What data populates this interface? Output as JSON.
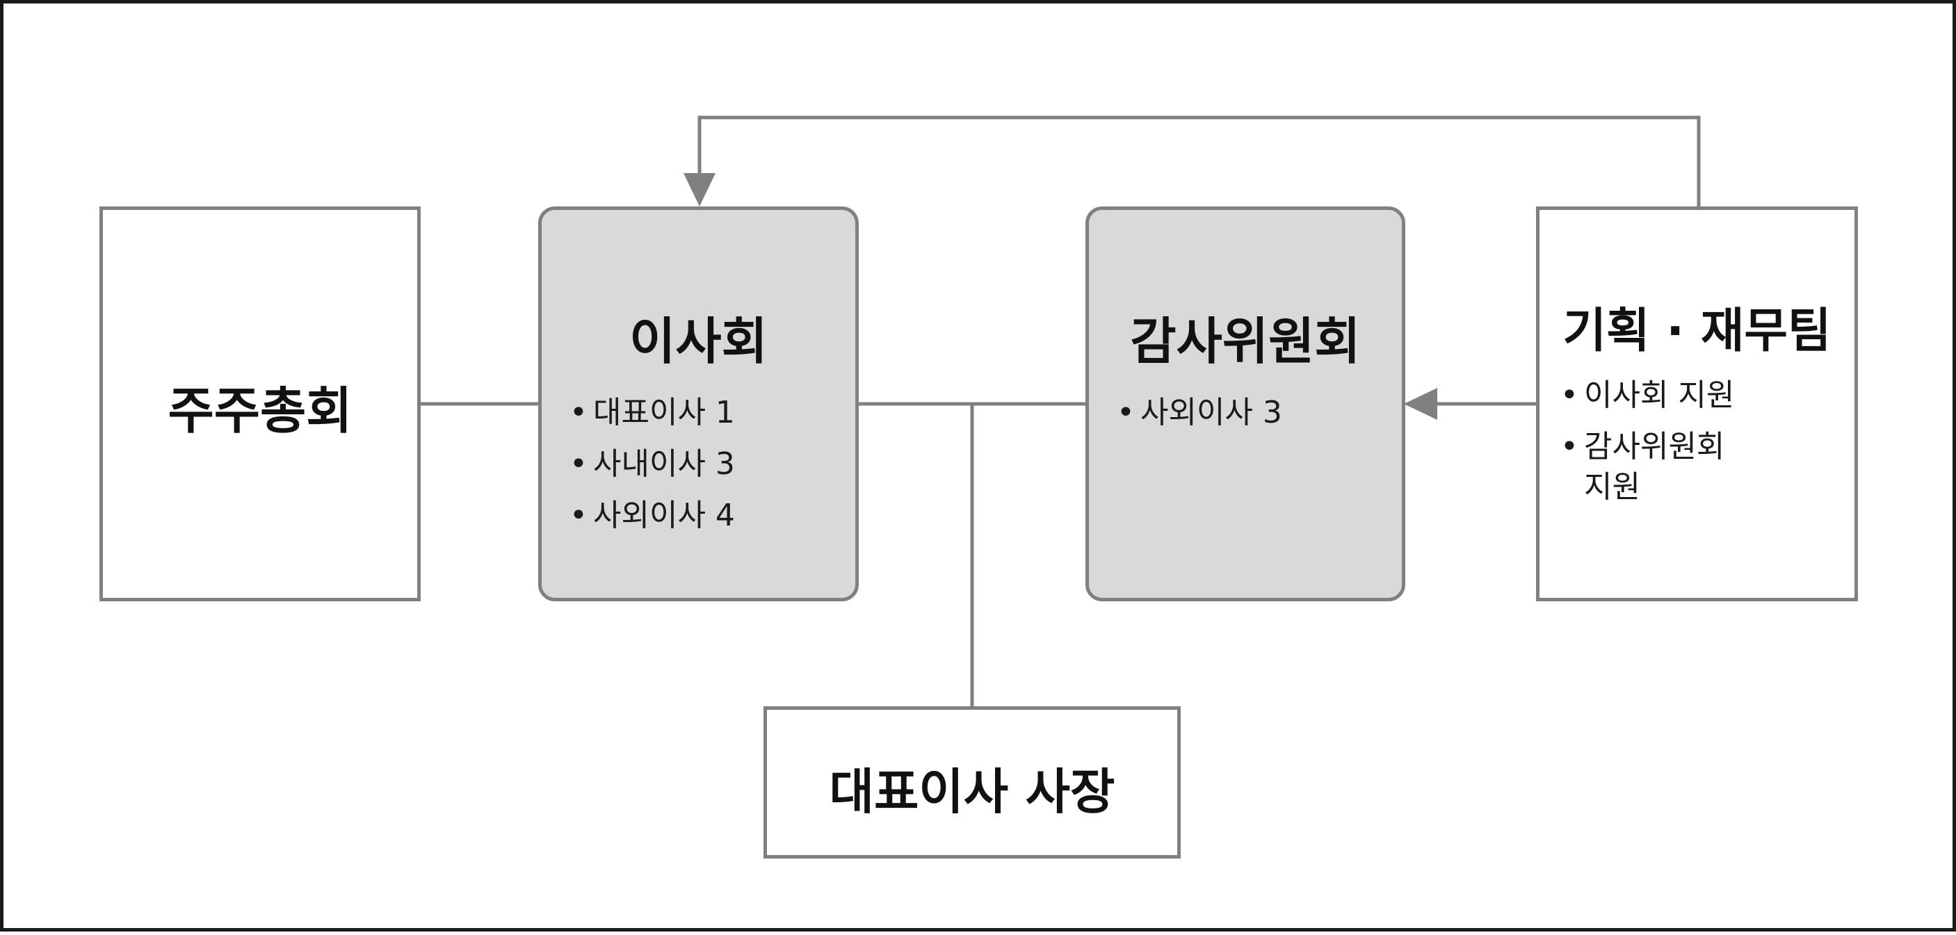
{
  "colors": {
    "frame": "#1a1a1a",
    "box_border": "#808080",
    "shaded_fill": "#d9d9d9",
    "connector": "#808080",
    "text": "#111111"
  },
  "nodes": {
    "shareholders": {
      "title": "주주총회"
    },
    "board": {
      "title": "이사회",
      "items": [
        "대표이사 1",
        "사내이사 3",
        "사외이사 4"
      ]
    },
    "audit": {
      "title": "감사위원회",
      "items": [
        "사외이사 3"
      ]
    },
    "planning": {
      "title": "기획 · 재무팀",
      "items": [
        "이사회 지원",
        "감사위원회\n지원"
      ]
    },
    "ceo": {
      "title": "대표이사 사장"
    }
  }
}
